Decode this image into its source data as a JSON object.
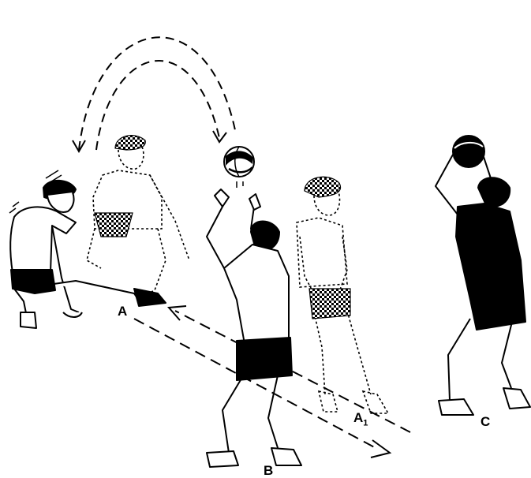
{
  "labels": {
    "a": "A",
    "a1": "A",
    "a1_sub": "1",
    "b": "B",
    "c": "C"
  },
  "colors": {
    "ink": "#000000",
    "paper": "#ffffff"
  }
}
